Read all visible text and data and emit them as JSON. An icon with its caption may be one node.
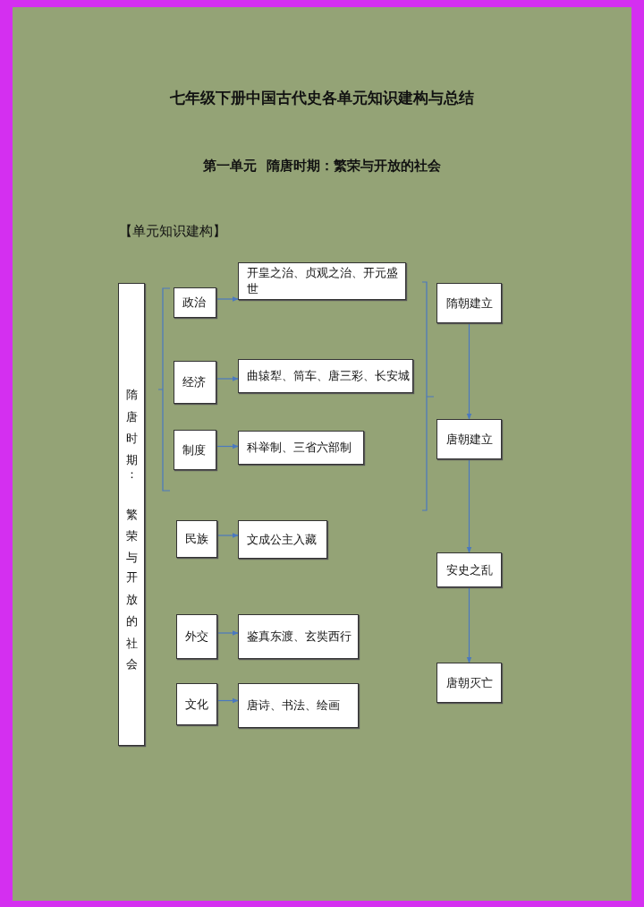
{
  "diagram": {
    "title": "七年级下册中国古代史各单元知识建构与总结",
    "nodes": [
      {
        "text": [
          "隋唐时期：繁荣与开放的社会"
        ]
      },
      {
        "text": [
          "政治"
        ]
      },
      {
        "text": [
          "开皇之治、贞观之治、开元盛世"
        ]
      },
      {
        "text": [
          "经济"
        ]
      },
      {
        "text": [
          "曲辕犁、筒车、唐三彩、长安城"
        ]
      },
      {
        "text": [
          "制度"
        ]
      },
      {
        "text": [
          "科举制、三省六部制"
        ]
      },
      {
        "text": [
          "民族"
        ]
      },
      {
        "text": [
          "文成公主入藏"
        ]
      },
      {
        "text": [
          "外交"
        ]
      },
      {
        "text": [
          "鉴真东渡、玄奘西行"
        ]
      },
      {
        "text": [
          "文化"
        ]
      },
      {
        "text": [
          "唐诗、书法、绘画"
        ]
      },
      {
        "text": [
          "隋朝建立"
        ]
      },
      {
        "text": [
          "唐朝建立"
        ]
      },
      {
        "text": [
          "安史之乱"
        ]
      },
      {
        "text": [
          "唐朝灭亡"
        ]
      }
    ],
    "edges": [
      {
        "from": 1,
        "to": 2,
        "arrow": "to"
      },
      {
        "from": 3,
        "to": 4,
        "arrow": "to"
      },
      {
        "from": 5,
        "to": 6,
        "arrow": "to"
      },
      {
        "from": 7,
        "to": 8,
        "arrow": "to"
      },
      {
        "from": 9,
        "to": 10,
        "arrow": "to"
      },
      {
        "from": 11,
        "to": 12,
        "arrow": "to"
      },
      {
        "from": 13,
        "to": 14,
        "arrow": "to"
      },
      {
        "from": 14,
        "to": 15,
        "arrow": "to"
      },
      {
        "from": 15,
        "to": 16,
        "arrow": "to"
      }
    ],
    "labels": [
      "第一单元  隋唐时期：繁荣与开放的社会",
      "【单元知识建构】"
    ]
  }
}
